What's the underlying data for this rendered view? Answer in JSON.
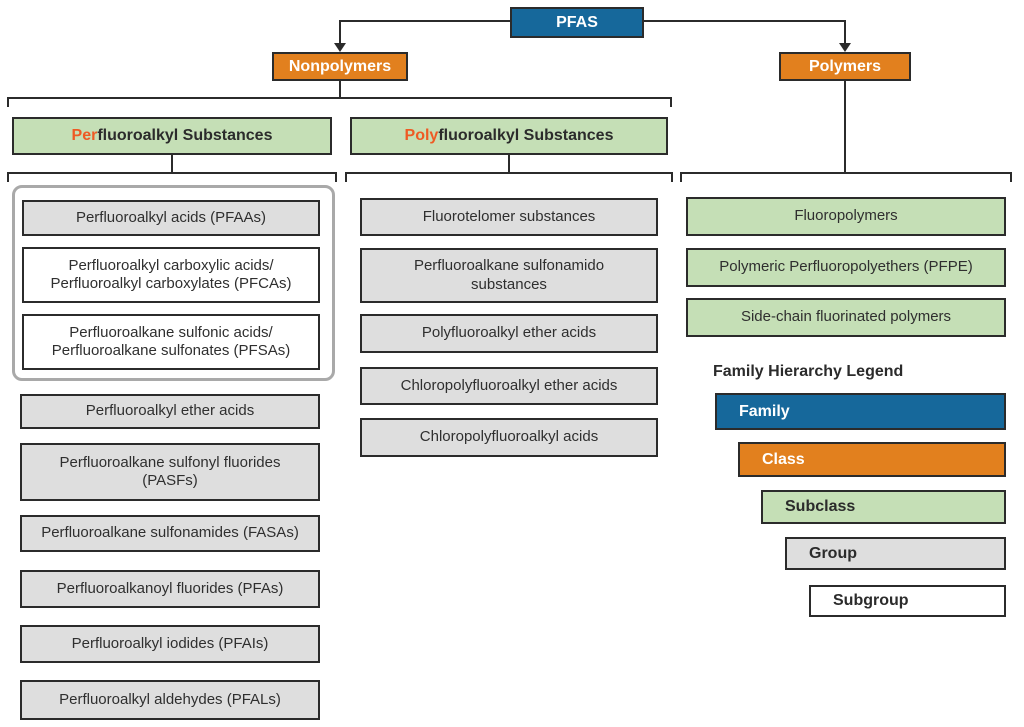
{
  "colors": {
    "family_blue": "#16689B",
    "class_orange": "#E2801E",
    "subclass_green": "#C5DFB6",
    "group_gray": "#DEDEDE",
    "subgroup_white": "#FFFFFF",
    "border_dark": "#2B2B2B",
    "prefix_accent_orange": "#EE5A24"
  },
  "root": {
    "label": "PFAS"
  },
  "classes": {
    "nonpolymers": "Nonpolymers",
    "polymers": "Polymers"
  },
  "subclass_headers": {
    "per": {
      "prefix": "Per",
      "rest": "fluoroalkyl Substances"
    },
    "poly": {
      "prefix": "Poly",
      "rest": "fluoroalkyl Substances"
    }
  },
  "left": {
    "group_items": [
      "Perfluoroalkyl acids (PFAAs)",
      "Perfluoroalkyl carboxylic acids/ Perfluoroalkyl carboxylates (PFCAs)",
      "Perfluoroalkane sulfonic acids/ Perfluoroalkane sulfonates (PFSAs)"
    ],
    "items": [
      "Perfluoroalkyl ether acids",
      "Perfluoroalkane sulfonyl fluorides (PASFs)",
      "Perfluoroalkane sulfonamides (FASAs)",
      "Perfluoroalkanoyl fluorides (PFAs)",
      "Perfluoroalkyl iodides (PFAIs)",
      "Perfluoroalkyl aldehydes (PFALs)"
    ]
  },
  "middle": {
    "items": [
      "Fluorotelomer substances",
      "Perfluoroalkane sulfonamido substances",
      "Polyfluoroalkyl ether acids",
      "Chloropolyfluoroalkyl ether acids",
      "Chloropolyfluoroalkyl acids"
    ]
  },
  "right": {
    "items": [
      "Fluoropolymers",
      "Polymeric Perfluoropolyethers (PFPE)",
      "Side-chain fluorinated polymers"
    ]
  },
  "legend": {
    "title": "Family Hierarchy Legend",
    "entries": [
      {
        "label": "Family"
      },
      {
        "label": "Class"
      },
      {
        "label": "Subclass"
      },
      {
        "label": "Group"
      },
      {
        "label": "Subgroup"
      }
    ]
  }
}
